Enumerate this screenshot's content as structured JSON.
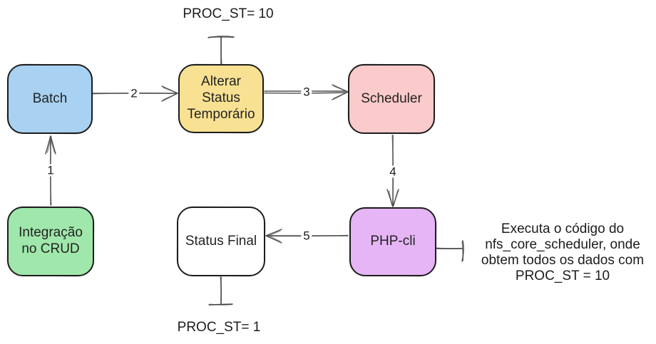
{
  "diagram": {
    "nodes": [
      {
        "id": "batch",
        "label": "Batch",
        "fill": "#a8d1f2"
      },
      {
        "id": "alterar",
        "label": "Alterar Status Temporário",
        "fill": "#f8e192"
      },
      {
        "id": "scheduler",
        "label": "Scheduler",
        "fill": "#fbcaca"
      },
      {
        "id": "integracao",
        "label": "Integração no CRUD",
        "fill": "#a0e7ab"
      },
      {
        "id": "status-final",
        "label": "Status Final",
        "fill": "#ffffff"
      },
      {
        "id": "php-cli",
        "label": "PHP-cli",
        "fill": "#e6b5f5"
      }
    ],
    "edges": [
      {
        "label": "1",
        "from": "integracao",
        "to": "batch"
      },
      {
        "label": "2",
        "from": "batch",
        "to": "alterar"
      },
      {
        "label": "3",
        "from": "alterar",
        "to": "scheduler"
      },
      {
        "label": "4",
        "from": "scheduler",
        "to": "php-cli"
      },
      {
        "label": "5",
        "from": "php-cli",
        "to": "status-final"
      }
    ],
    "annotations": {
      "proc_st_top": "PROC_ST= 10",
      "proc_st_bottom": "PROC_ST= 1",
      "php_cli_note": "Executa o código do\nnfs_core_scheduler, onde\nobtem todos os dados com\nPROC_ST = 10"
    },
    "colors": {
      "edge_stroke": "#4f4f4f",
      "node_border": "#1e1e1e",
      "text": "#1c1c1c"
    }
  }
}
